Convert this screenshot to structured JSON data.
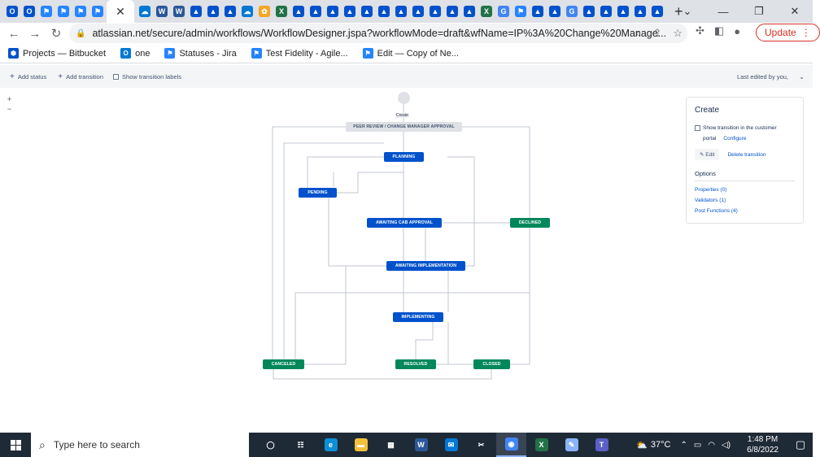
{
  "browser": {
    "active_tab_close": "✕",
    "new_tab": "+",
    "window_controls": [
      "⌄",
      "—",
      "❐",
      "✕"
    ],
    "url": "atlassian.net/secure/admin/workflows/WorkflowDesigner.jspa?workflowMode=draft&wfName=IP%3A%20Change%20Manage...",
    "update_label": "Update",
    "tab_icons": [
      {
        "name": "circle",
        "color": "#0052cc"
      },
      {
        "name": "circle",
        "color": "#0052cc"
      },
      {
        "name": "jira",
        "color": "#2684ff"
      },
      {
        "name": "jira",
        "color": "#2684ff"
      },
      {
        "name": "jira",
        "color": "#2684ff"
      },
      {
        "name": "jira",
        "color": "#2684ff"
      }
    ],
    "tab_icons_after": [
      {
        "name": "onedrive",
        "color": "#0078d4"
      },
      {
        "name": "word",
        "color": "#2b579a"
      },
      {
        "name": "word",
        "color": "#2b579a"
      },
      {
        "name": "atlassian",
        "color": "#0052cc"
      },
      {
        "name": "atlassian",
        "color": "#0052cc"
      },
      {
        "name": "atlassian",
        "color": "#0052cc"
      },
      {
        "name": "onedrive",
        "color": "#0078d4"
      },
      {
        "name": "plugin",
        "color": "#f5a623"
      },
      {
        "name": "excel",
        "color": "#217346"
      },
      {
        "name": "atlassian",
        "color": "#0052cc"
      },
      {
        "name": "atlassian",
        "color": "#0052cc"
      },
      {
        "name": "atlassian",
        "color": "#0052cc"
      },
      {
        "name": "atlassian",
        "color": "#0052cc"
      },
      {
        "name": "atlassian",
        "color": "#0052cc"
      },
      {
        "name": "atlassian",
        "color": "#0052cc"
      },
      {
        "name": "atlassian",
        "color": "#0052cc"
      },
      {
        "name": "atlassian",
        "color": "#0052cc"
      },
      {
        "name": "atlassian",
        "color": "#0052cc"
      },
      {
        "name": "atlassian",
        "color": "#0052cc"
      },
      {
        "name": "atlassian",
        "color": "#0052cc"
      },
      {
        "name": "excel",
        "color": "#217346"
      },
      {
        "name": "google",
        "color": "#4285f4"
      },
      {
        "name": "jira",
        "color": "#2684ff"
      },
      {
        "name": "atlassian",
        "color": "#0052cc"
      },
      {
        "name": "atlassian",
        "color": "#0052cc"
      },
      {
        "name": "google",
        "color": "#4285f4"
      },
      {
        "name": "atlassian",
        "color": "#0052cc"
      },
      {
        "name": "atlassian",
        "color": "#0052cc"
      },
      {
        "name": "atlassian",
        "color": "#0052cc"
      },
      {
        "name": "atlassian",
        "color": "#0052cc"
      },
      {
        "name": "atlassian",
        "color": "#0052cc"
      }
    ]
  },
  "bookmarks": [
    {
      "label": "Projects — Bitbucket",
      "icon": "bitbucket",
      "color": "#0052cc"
    },
    {
      "label": "one",
      "icon": "outlook",
      "color": "#0078d4"
    },
    {
      "label": "Statuses - Jira",
      "icon": "jira",
      "color": "#2684ff"
    },
    {
      "label": "Test Fidelity - Agile...",
      "icon": "jira",
      "color": "#2684ff"
    },
    {
      "label": "Edit — Copy of Ne...",
      "icon": "jira",
      "color": "#2684ff"
    }
  ],
  "workflow_toolbar": {
    "add_status": "Add status",
    "add_transition": "Add transition",
    "show_labels": "Show transition labels",
    "last_edited": "Last edited by you,"
  },
  "zoom": {
    "in": "+",
    "out": "−"
  },
  "diagram": {
    "start_label": "Create",
    "statuses": {
      "peer_review": "PEER REVIEW / CHANGE MANAGER APPROVAL",
      "planning": "PLANNING",
      "pending": "PENDING",
      "awaiting_cab": "AWAITING CAB APPROVAL",
      "declined": "DECLINED",
      "awaiting_impl": "AWAITING IMPLEMENTATION",
      "implementing": "IMPLEMENTING",
      "canceled": "CANCELED",
      "resolved": "RESOLVED",
      "closed": "CLOSED"
    }
  },
  "side_panel": {
    "title": "Create",
    "checkbox_label": "Show transition in the customer",
    "checkbox_label_2": "portal",
    "configure": "Configure",
    "edit": "Edit",
    "delete": "Delete transition",
    "options_heading": "Options",
    "properties": "Properties (0)",
    "validators": "Validators (1)",
    "post_functions": "Post Functions (4)"
  },
  "taskbar": {
    "search_placeholder": "Type here to search",
    "temperature": "37°C",
    "time": "1:48 PM",
    "date": "6/8/2022",
    "apps": [
      {
        "name": "task-view",
        "glyph": "◯",
        "color": "#ffffff"
      },
      {
        "name": "widgets",
        "glyph": "☷",
        "color": "#ffffff"
      },
      {
        "name": "edge",
        "glyph": "e",
        "color": "#0c8fd6"
      },
      {
        "name": "file-explorer",
        "glyph": "▬",
        "color": "#f3c13a"
      },
      {
        "name": "store",
        "glyph": "▦",
        "color": "#ffffff"
      },
      {
        "name": "word",
        "glyph": "W",
        "color": "#2b579a"
      },
      {
        "name": "mail",
        "glyph": "✉",
        "color": "#0078d4"
      },
      {
        "name": "snipping",
        "glyph": "✂",
        "color": "#aaaaaa"
      },
      {
        "name": "chrome",
        "glyph": "◉",
        "color": "#4285f4"
      },
      {
        "name": "excel",
        "glyph": "X",
        "color": "#217346"
      },
      {
        "name": "notepad",
        "glyph": "✎",
        "color": "#8ab4f8"
      },
      {
        "name": "teams",
        "glyph": "T",
        "color": "#5b5fc7"
      }
    ]
  }
}
